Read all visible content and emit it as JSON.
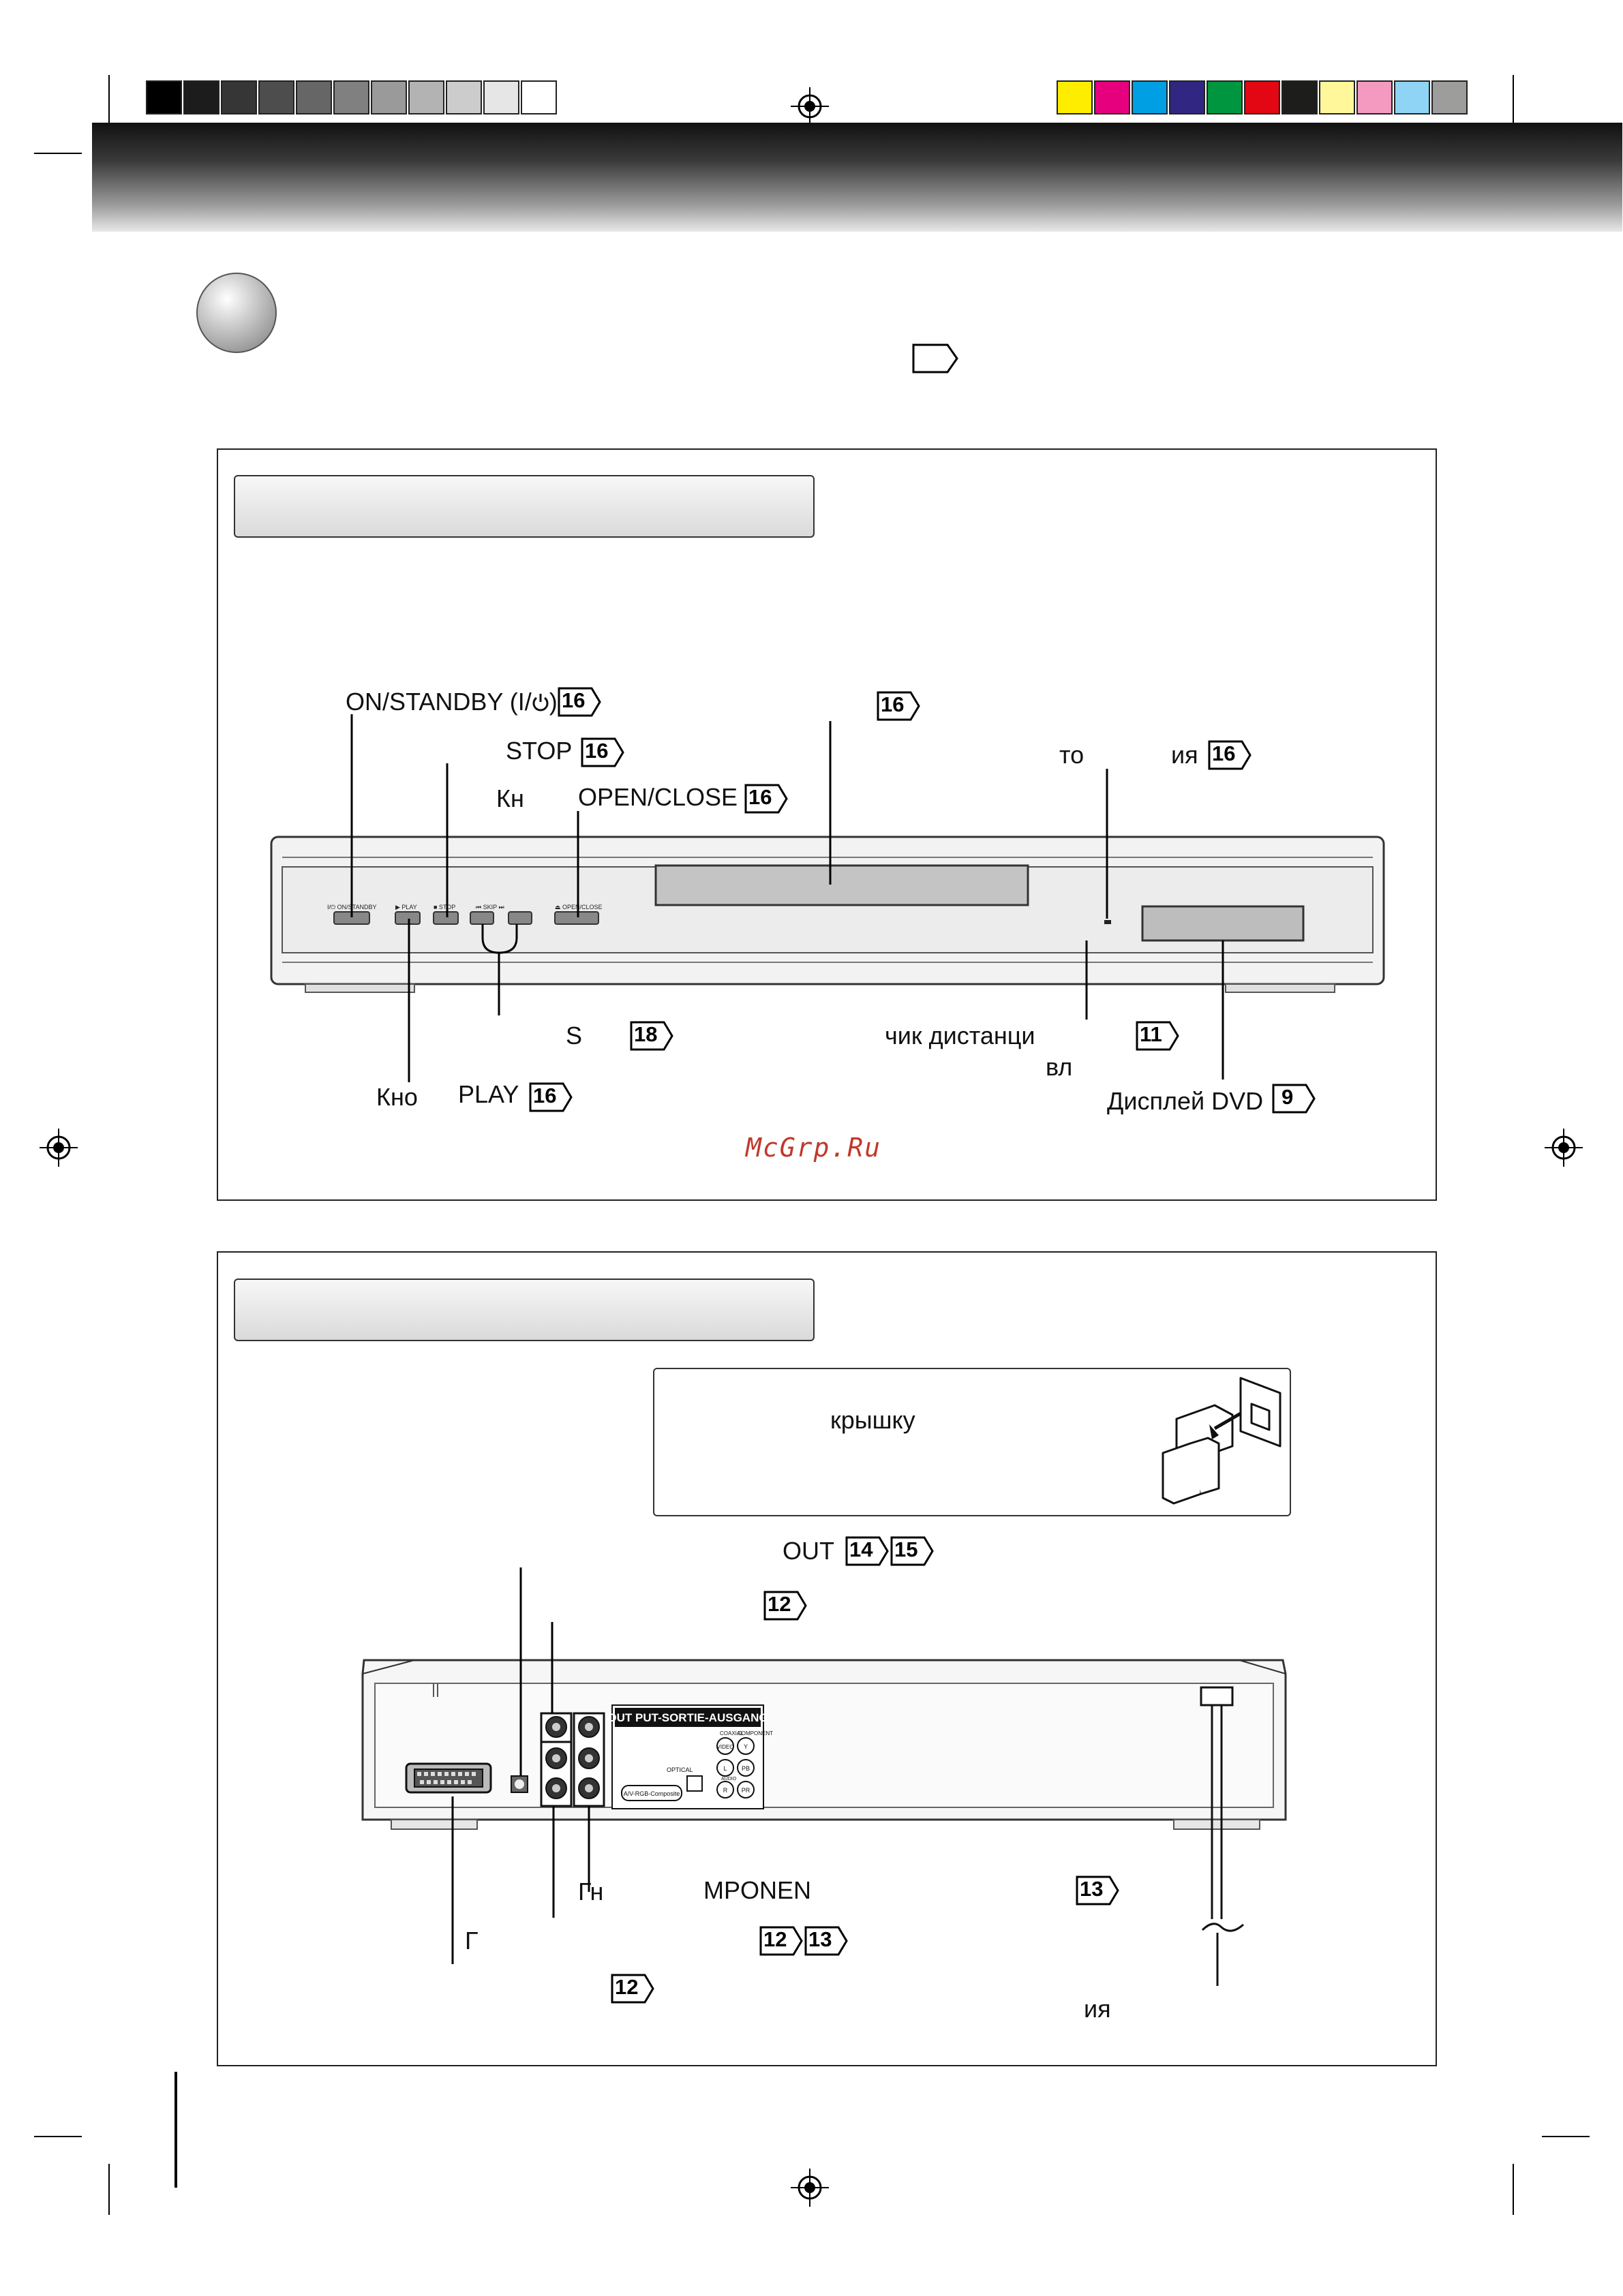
{
  "color_bars": {
    "grays": [
      "#000000",
      "#1c1c1c",
      "#363636",
      "#4d4d4d",
      "#666666",
      "#808080",
      "#9a9a9a",
      "#b3b3b3",
      "#cccccc",
      "#e6e6e6",
      "#ffffff"
    ],
    "colors": [
      "#ffed00",
      "#e6007e",
      "#009fe3",
      "#312783",
      "#009640",
      "#e30613",
      "#1d1d1b",
      "#fff799",
      "#f49ac1",
      "#8fd3f5",
      "#9d9d9c"
    ]
  },
  "front_panel": {
    "labels": {
      "on_standby": "ON/STANDBY (I/",
      "on_standby_close": ")",
      "stop": "STOP",
      "open_close_prefix": "Кн",
      "open_close": "OPEN/CLOSE",
      "to": "то",
      "iya": "ия",
      "skip_s": "S",
      "remote": "чик дистанци",
      "vl": "вл",
      "play_prefix": "Кно",
      "play": "PLAY",
      "display": "Дисплей DVD"
    },
    "refs": {
      "on_standby": "16",
      "disc_tray": "16",
      "stop": "16",
      "indicator": "16",
      "open_close": "16",
      "skip": "18",
      "remote": "11",
      "play": "16",
      "display": "9"
    },
    "device_buttons": {
      "on_standby": "I/⏻ ON/STANDBY",
      "play": "▶ PLAY",
      "stop": "■ STOP",
      "skip": "⏮  SKIP  ⏭",
      "open_close": "⏏ OPEN/CLOSE"
    }
  },
  "rear_panel": {
    "note": "крышку",
    "labels": {
      "out": "OUT",
      "gn": "Гн",
      "component": "MPONEN",
      "g": "Г",
      "iya": "ия"
    },
    "refs": {
      "out_a": "14",
      "out_b": "15",
      "svideo": "12",
      "component": "13",
      "video_a": "12",
      "video_b": "13",
      "scart": "12"
    },
    "device_text": {
      "output_header": "OUT PUT-SORTIE-AUSGANG",
      "scart_label": "A/V-RGB-Composite",
      "optical": "OPTICAL",
      "coaxial": "COAXIAL",
      "component": "COMPONENT",
      "video": "VIDEO",
      "audio": "AUDIO",
      "y": "Y",
      "pb": "PB",
      "pr": "PR",
      "l": "L",
      "r": "R"
    }
  },
  "watermark": "McGrp.Ru"
}
